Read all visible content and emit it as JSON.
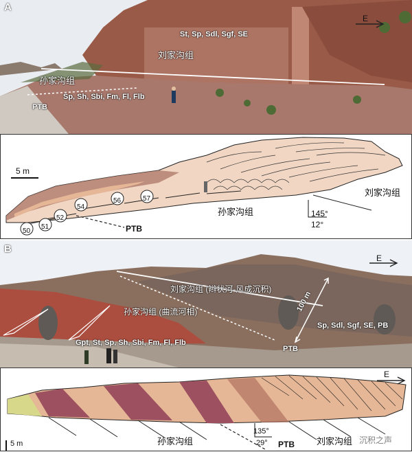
{
  "panel_a": {
    "letter": "A",
    "photo": {
      "upper_unit": "刘家沟组",
      "upper_facies_codes": "St, Sp, Sdl, Sgf, SE",
      "lower_unit": "孙家沟组",
      "lower_facies_codes": "Sp, Sh, Sbi, Fm, Fl, Flb",
      "boundary": "PTB",
      "compass": "E"
    },
    "sketch": {
      "scale": "5 m",
      "upper_unit": "刘家沟组",
      "lower_unit": "孙家沟组",
      "boundary": "PTB",
      "strike": "145°",
      "dip": "12°",
      "beds": [
        "50",
        "51",
        "52",
        "54",
        "56",
        "57"
      ]
    }
  },
  "panel_b": {
    "letter": "B",
    "photo": {
      "upper_unit": "刘家沟组 (辫状河-风成沉积)",
      "lower_unit": "孙家沟组 (曲流河相)",
      "thickness": "100 m",
      "upper_facies_codes": "Sp, Sdl, Sgf, SE, PB",
      "lower_facies_codes": "Gpt, St, Sp, Sh, Sbi, Fm, Fl, Flb",
      "boundary": "PTB",
      "compass": "E"
    },
    "sketch": {
      "scale": "5 m",
      "lower_unit": "孙家沟组",
      "upper_unit": "刘家沟组",
      "boundary": "PTB",
      "strike": "135°",
      "dip": "29°",
      "compass": "E",
      "watermark": "沉积之声"
    }
  },
  "colors": {
    "rock_red": "#9a5a48",
    "sky": "#eef2f6",
    "sandstone_fill": "#e6b796",
    "mudstone_fill": "#9c5060",
    "green_bed": "#d8d88a"
  }
}
